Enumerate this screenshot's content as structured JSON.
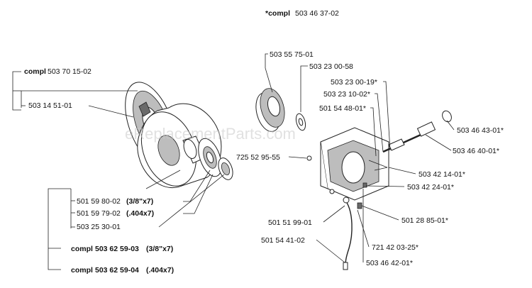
{
  "header": {
    "right_prefix": "*compl",
    "right_number": "503 46 37-02"
  },
  "watermark": "eReplacementParts.com",
  "left_labels": {
    "compl_top_prefix": "compl",
    "compl_top_number": "503 70 15-02",
    "part_1": "503 14 51-01",
    "part_2_number": "501 59 80-02",
    "part_2_suffix": "(3/8\"x7)",
    "part_3_number": "501 59 79-02",
    "part_3_suffix": "(.404x7)",
    "part_4": "503 25 30-01",
    "compl_a_prefix": "compl",
    "compl_a_number": "503 62 59-03",
    "compl_a_suffix": "(3/8\"x7)",
    "compl_b_prefix": "compl",
    "compl_b_number": "503 62 59-04",
    "compl_b_suffix": "(.404x7)"
  },
  "right_labels": {
    "p1": "503 55 75-01",
    "p2": "503 23 00-58",
    "p3": "503 23 00-19*",
    "p4": "503 23 10-02*",
    "p5": "501 54 48-01*",
    "p6": "503 46 43-01*",
    "p7": "503 46 40-01*",
    "p8": "725 52 95-55",
    "p9": "503 42 14-01*",
    "p10": "503 42 24-01*",
    "p11": "501 28 85-01*",
    "p12": "501 51 99-01",
    "p13": "501 54 41-02",
    "p14": "721 42 03-25*",
    "p15": "503 46 42-01*"
  }
}
